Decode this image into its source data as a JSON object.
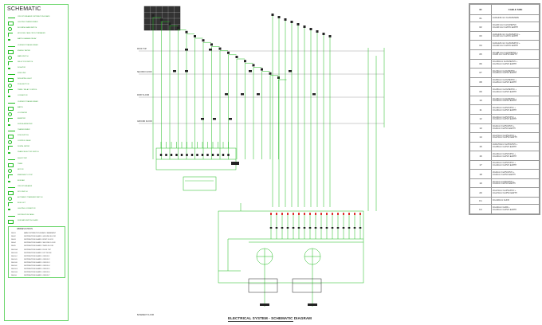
{
  "legend": {
    "title": "SCHEMATIC",
    "items": [
      "CIRCUIT BREAKER DISTRIBUTION BOARD",
      "LIGHTING TRANSFORMER",
      "INCOMING MAIN SWITCH",
      "MOULDED CASE CIRCUIT BREAKER",
      "EARTH LEAKAGE RELAY",
      "CURRENT TRANSFORMER",
      "ENERGY METER",
      "MAIN SWITCH",
      "SELECTOR SWITCH",
      "ISOLATOR",
      "FUSE LINK",
      "INDICATING LIGHT",
      "PUSH BUTTON",
      "TIMER / RELAY CONTROL",
      "CONTACTOR",
      "CURRENT TRANSFORMER",
      "EARTH",
      "VOLTMETER",
      "AMMETER",
      "SURGE ARRESTER",
      "TRANSFORMER",
      "FUSE SWITCH",
      "CONTROL RELAY",
      "DIGITAL METER",
      "PHASE SELECTOR SWITCH",
      "SHUNT TRIP",
      "TIMER",
      "MOTOR",
      "EMERGENCY STOP",
      "BUS BAR",
      "CIRCUIT BREAKER",
      "KEY SWITCH",
      "AUTOMATIC TRANSFER SWITCH",
      "BUS DUCT",
      "LIGHTING CONTACTOR",
      "DISTRIBUTION PANEL",
      "SUB MAIN SWITCH BOARD"
    ],
    "abbreviations_title": "ABBREVIATIONS",
    "abbreviations": [
      [
        "DB-01",
        "MAIN DISTRIBUTION BOARD / BASEMENT"
      ],
      [
        "DB-02",
        "DISTRIBUTION BOARD / GROUND FLOOR"
      ],
      [
        "DB-03",
        "DISTRIBUTION BOARD / FIRST FLOOR"
      ],
      [
        "DB-04",
        "DISTRIBUTION BOARD / SECOND FLOOR"
      ],
      [
        "DB-05",
        "DISTRIBUTION BOARD / THIRD FLOOR"
      ],
      [
        "DB-01-A",
        "DISTRIBUTION BOARD / ROOF TOP"
      ],
      [
        "DB-01-B",
        "DISTRIBUTION BOARD / LIFT ROOM"
      ],
      [
        "DB-01-C",
        "DISTRIBUTION BOARD / OFFICE 1"
      ],
      [
        "DB-01-D",
        "DISTRIBUTION BOARD / OFFICE 2"
      ],
      [
        "DB-01-E",
        "DISTRIBUTION BOARD / OFFICE 3"
      ],
      [
        "DB-01-F",
        "DISTRIBUTION BOARD / OFFICE 4"
      ],
      [
        "DB-01-G",
        "DISTRIBUTION BOARD / OFFICE 5"
      ],
      [
        "DB-01-H",
        "DISTRIBUTION BOARD / OFFICE 6"
      ],
      [
        "DB-01-I",
        "DISTRIBUTION BOARD / OFFICE 7"
      ]
    ]
  },
  "diagram": {
    "title": "ELECTRICAL SYSTEM - SCHEMATIC DIAGRAM",
    "floors": [
      "ROOF TOP",
      "SECOND FLOOR",
      "FIRST FLOOR",
      "GROUND FLOOR",
      "BASEMENT FLOOR"
    ],
    "colors": {
      "line": "#1dbb1d",
      "panel": "#222222",
      "red": "#e03030",
      "table": "#999999"
    }
  },
  "cable_table": {
    "col_id": "ID",
    "col_size": "CABLE SIZE",
    "rows": [
      [
        "01",
        [
          "4x4Cu240 mm² Cu/XLPE/SWA"
        ]
      ],
      [
        "02",
        [
          "4Cu240 mm² Cu/XLPE/PVC",
          "1Cu120 mm² Cu/PVC EARTH"
        ]
      ],
      [
        "03",
        [
          "2x4Cu240 mm² Cu/XLPE/PVC +",
          "1Cu120 mm² Cu/PVC EARTH"
        ]
      ],
      [
        "04",
        [
          "4x4Cu120 mm² Cu/XLPE/PVC +",
          "1Cu120 mm² Cu/PVC EARTH"
        ]
      ],
      [
        "05",
        [
          "4Cu185 mm² Cu/XLPE/PVC +",
          "1Cu95 mm² Cu/PVC EARTH"
        ]
      ],
      [
        "06",
        [
          "4Cu150mm² Cu/XLPE/PVC +",
          "1Cu70mm² Cu/PVC EARTH"
        ]
      ],
      [
        "07",
        [
          "4Cu70mm² Cu/XLPE/PVC +",
          "1Cu35mm² Cu/PVC EARTH"
        ]
      ],
      [
        "08",
        [
          "4Cu50mm² Cu/XLPE/PVC +",
          "1Cu25mm² Cu/PVC EARTH"
        ]
      ],
      [
        "09",
        [
          "4Cu35mm² Cu/XLPE/PVC +",
          "1Cu16mm² Cu/PVC EARTH"
        ]
      ],
      [
        "10",
        [
          "4Cu25mm² Cu/XLPE/PVC +",
          "1Cu16mm² Cu/PVC EARTH"
        ]
      ],
      [
        "11",
        [
          "4Cu16mm² Cu/PVC/PVC +",
          "1Cu16mm² Cu/PVC EARTH"
        ]
      ],
      [
        "12",
        [
          "4Cu10mm² Cu/PVC/PVC +",
          "1Cu10mm² Cu/PVC EARTH"
        ]
      ],
      [
        "13",
        [
          "4Cu6mm² Cu/PVC/PVC +",
          "1Cu6mm² Cu/PVC EARTH"
        ]
      ],
      [
        "14",
        [
          "4Cu2.5mm² Cu/PVC/PVC +",
          "1Cu2.5mm² Cu/PVC EARTH"
        ]
      ],
      [
        "15",
        [
          "2x4Cu70mm² Cu/PVC/PVC +",
          "1Cu35mm² Cu/PVC EARTH"
        ]
      ],
      [
        "16",
        [
          "2Cu16mm² Cu/PVC/PVC +",
          "1Cu16mm² Cu/PVC EARTH"
        ]
      ],
      [
        "17",
        [
          "2Cu10mm² Cu/PVC/PVC +",
          "1Cu10mm² Cu/PVC EARTH"
        ]
      ],
      [
        "18",
        [
          "2Cu6mm² Cu/PVC/PVC +",
          "1Cu6mm² Cu/PVC EARTH"
        ]
      ],
      [
        "19",
        [
          "2Cu4mm² Cu/PVC/PVC +",
          "1Cu4mm² Cu/PVC EARTH"
        ]
      ],
      [
        "20",
        [
          "2Cu2.5mm² Cu/PVC/PVC +",
          "1Cu2.5mm² Cu/PVC EARTH"
        ]
      ],
      [
        "F1",
        [
          "4Cu120mm² Cu/FR"
        ]
      ],
      [
        "F2",
        [
          "4Cu10mm² Cu/FR +",
          "1Cu10mm² Cu/PVC EARTH"
        ]
      ]
    ]
  }
}
